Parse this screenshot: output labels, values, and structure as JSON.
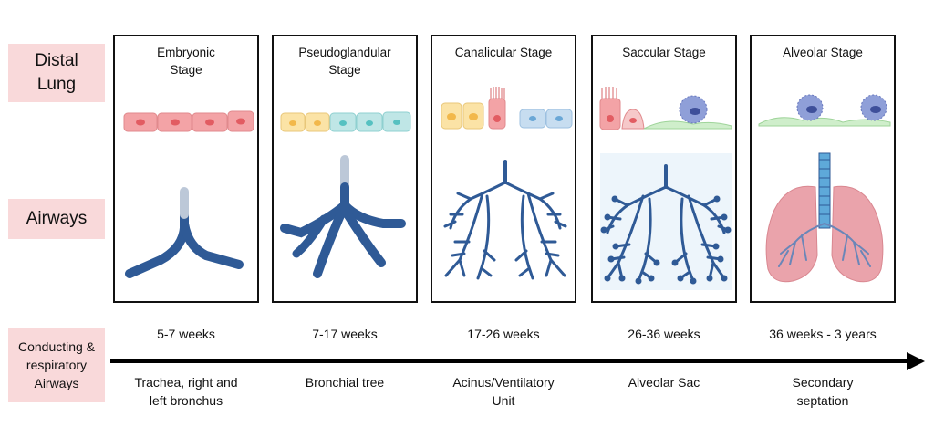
{
  "row_labels": {
    "distal_lung": "Distal\nLung",
    "airways": "Airways",
    "conducting": "Conducting &\nrespiratory\nAirways"
  },
  "stages": [
    {
      "title": "Embryonic\nStage",
      "weeks": "5-7 weeks",
      "description": "Trachea, right and\nleft bronchus"
    },
    {
      "title": "Pseudoglandular\nStage",
      "weeks": "7-17 weeks",
      "description": "Bronchial tree"
    },
    {
      "title": "Canalicular Stage",
      "weeks": "17-26 weeks",
      "description": "Acinus/Ventilatory\nUnit"
    },
    {
      "title": "Saccular Stage",
      "weeks": "26-36 weeks",
      "description": "Alveolar Sac"
    },
    {
      "title": "Alveolar Stage",
      "weeks": "36 weeks - 3 years",
      "description": "Secondary\nseptation"
    }
  ],
  "colors": {
    "label_bg": "#f9d9da",
    "airway": "#2f5a96",
    "cell_red": "#f3a3a6",
    "cell_yellow": "#fbe3a6",
    "cell_teal": "#bfe6e6",
    "cell_blue": "#c7ddf0",
    "cell_green": "#cfeecb",
    "macrophage": "#8f9fd8",
    "lung_pink": "#eaa3ab"
  }
}
